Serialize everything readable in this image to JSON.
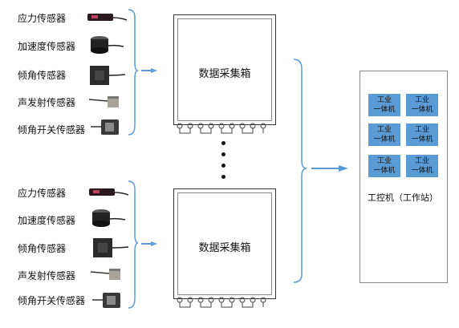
{
  "groups": [
    {
      "sensors": [
        {
          "label": "应力传感器",
          "icon": "strain-sensor-icon"
        },
        {
          "label": "加速度传感器",
          "icon": "accelerometer-icon"
        },
        {
          "label": "倾角传感器",
          "icon": "inclinometer-icon"
        },
        {
          "label": "声发射传感器",
          "icon": "acoustic-emission-sensor-icon"
        },
        {
          "label": "倾角开关传感器",
          "icon": "tilt-switch-sensor-icon"
        }
      ],
      "box_label": "数据采集箱"
    },
    {
      "sensors": [
        {
          "label": "应力传感器",
          "icon": "strain-sensor-icon"
        },
        {
          "label": "加速度传感器",
          "icon": "accelerometer-icon"
        },
        {
          "label": "倾角传感器",
          "icon": "inclinometer-icon"
        },
        {
          "label": "声发射传感器",
          "icon": "acoustic-emission-sensor-icon"
        },
        {
          "label": "倾角开关传感器",
          "icon": "tilt-switch-sensor-icon"
        }
      ],
      "box_label": "数据采集箱"
    }
  ],
  "workstation": {
    "label": "工控机（工作站）",
    "units": [
      {
        "line1": "工业",
        "line2": "一体机"
      },
      {
        "line1": "工业",
        "line2": "一体机"
      },
      {
        "line1": "工业",
        "line2": "一体机"
      },
      {
        "line1": "工业",
        "line2": "一体机"
      },
      {
        "line1": "工业",
        "line2": "一体机"
      },
      {
        "line1": "工业",
        "line2": "一体机"
      }
    ]
  },
  "colors": {
    "arrow": "#5b9bd5",
    "brace": "#5b9bd5",
    "unit": "#5b9bd5"
  }
}
